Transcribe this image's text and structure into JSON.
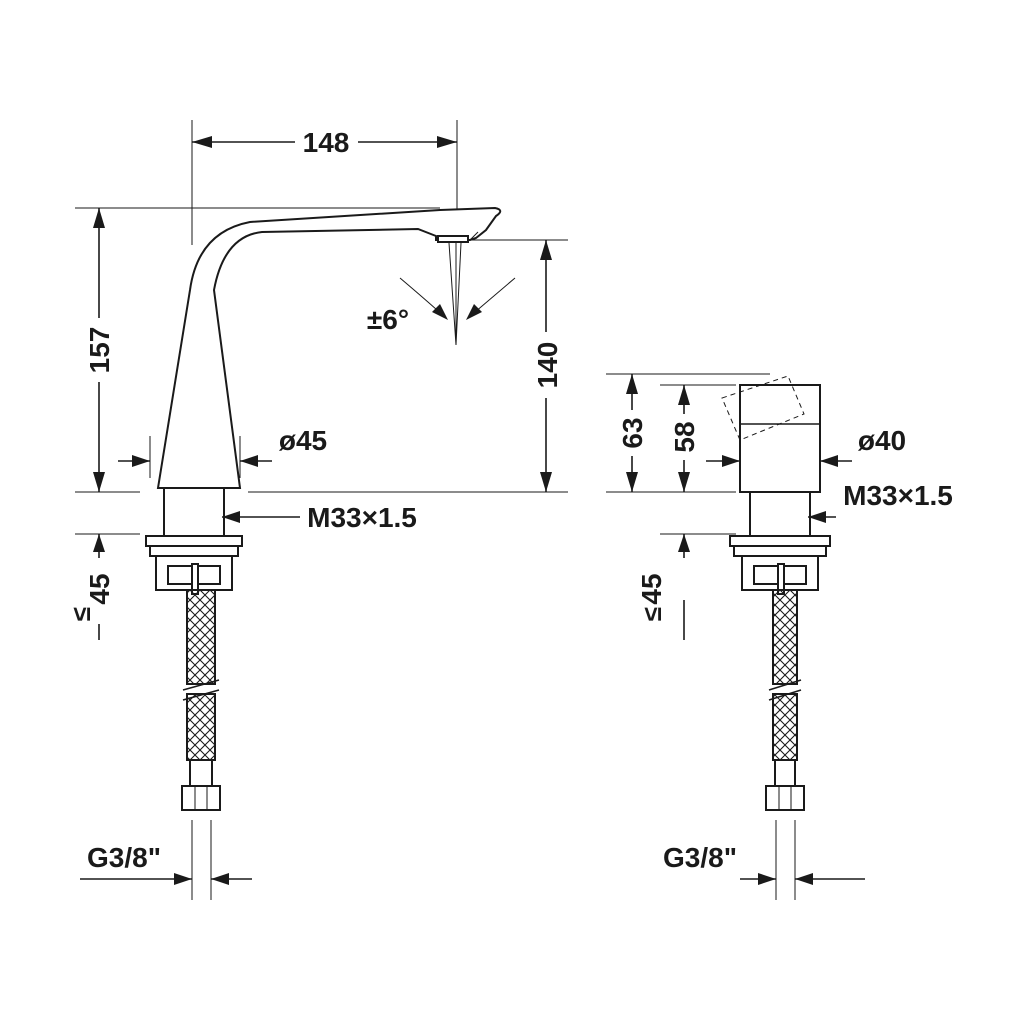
{
  "spout": {
    "width": "148",
    "height_total": "157",
    "height_outlet": "140",
    "angle": "±6°",
    "body_diameter": "ø45",
    "thread": "M33×1.5",
    "max_counter": "45",
    "max_symbol": "≤",
    "connection": "G3/8\""
  },
  "handle": {
    "height_total": "63",
    "height_body": "58",
    "body_diameter": "ø40",
    "thread": "M33×1.5",
    "max_counter": "45",
    "max_symbol": "≤",
    "connection": "G3/8\""
  }
}
